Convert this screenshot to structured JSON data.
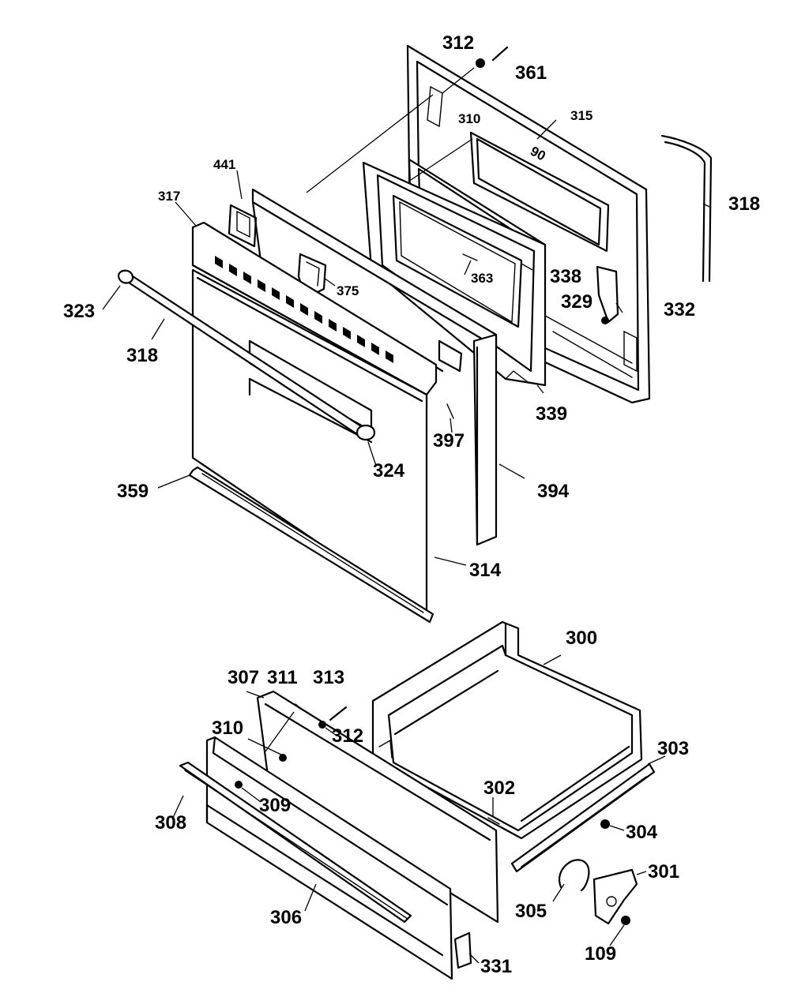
{
  "callouts": {
    "c312a": "312",
    "c361": "361",
    "c310a": "310",
    "c315": "315",
    "c318a": "318",
    "c441": "441",
    "c317": "317",
    "c375": "375",
    "c363": "363",
    "c338": "338",
    "c329": "329",
    "c332": "332",
    "c323": "323",
    "c318b": "318",
    "c339": "339",
    "c397": "397",
    "c324": "324",
    "c394": "394",
    "c359": "359",
    "c314": "314",
    "c300": "300",
    "c307": "307",
    "c311": "311",
    "c313": "313",
    "c310b": "310",
    "c312b": "312",
    "c303": "303",
    "c309": "309",
    "c308": "308",
    "c302": "302",
    "c304": "304",
    "c301": "301",
    "c305": "305",
    "c306": "306",
    "c109": "109",
    "c331": "331"
  }
}
